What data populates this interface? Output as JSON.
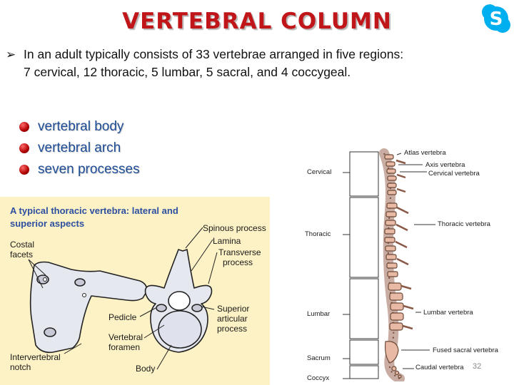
{
  "title": "VERTEBRAL COLUMN",
  "intro": {
    "line1": "In an adult typically consists of 33 vertebrae arranged in five regions:",
    "line2": "7 cervical, 12 thoracic, 5 lumbar, 5 sacral, and 4 coccygeal."
  },
  "bullets": [
    "vertebral body",
    "vertebral arch",
    "seven processes"
  ],
  "vertebra_figure": {
    "title_line1": "A typical thoracic vertebra: lateral and",
    "title_line2": "superior aspects",
    "labels": {
      "costal1": "Costal",
      "costal2": "facets",
      "spinous": "Spinous process",
      "lamina": "Lamina",
      "transverse1": "Transverse",
      "transverse2": "process",
      "pedicle": "Pedicle",
      "vf1": "Vertebral",
      "vf2": "foramen",
      "superior1": "Superior",
      "superior2": "articular",
      "superior3": "process",
      "intervertebral1": "Intervertebral",
      "intervertebral2": "notch",
      "body": "Body"
    }
  },
  "spine_figure": {
    "left": {
      "cervical": "Cervical",
      "thoracic": "Thoracic",
      "lumbar": "Lumbar",
      "sacrum": "Sacrum",
      "coccyx": "Coccyx"
    },
    "right": {
      "atlas": "Atlas vertebra",
      "axis": "Axis vertebra",
      "cervical": "Cervical vertebra",
      "thoracic": "Thoracic vertebra",
      "lumbar": "Lumbar vertebra",
      "sacral": "Fused sacral vertebra",
      "caudal": "Caudal vertebra"
    }
  },
  "page_number": "32",
  "colors": {
    "title": "#c0161a",
    "bullet_text": "#1f4e96",
    "figure_title": "#2c4fa0",
    "figure_bg": "#fdf2c5",
    "skype": "#00aff0"
  },
  "icons": {
    "skype": "skype-icon",
    "arrow": "arrow-bullet-icon",
    "bullet": "red-ball-icon"
  }
}
